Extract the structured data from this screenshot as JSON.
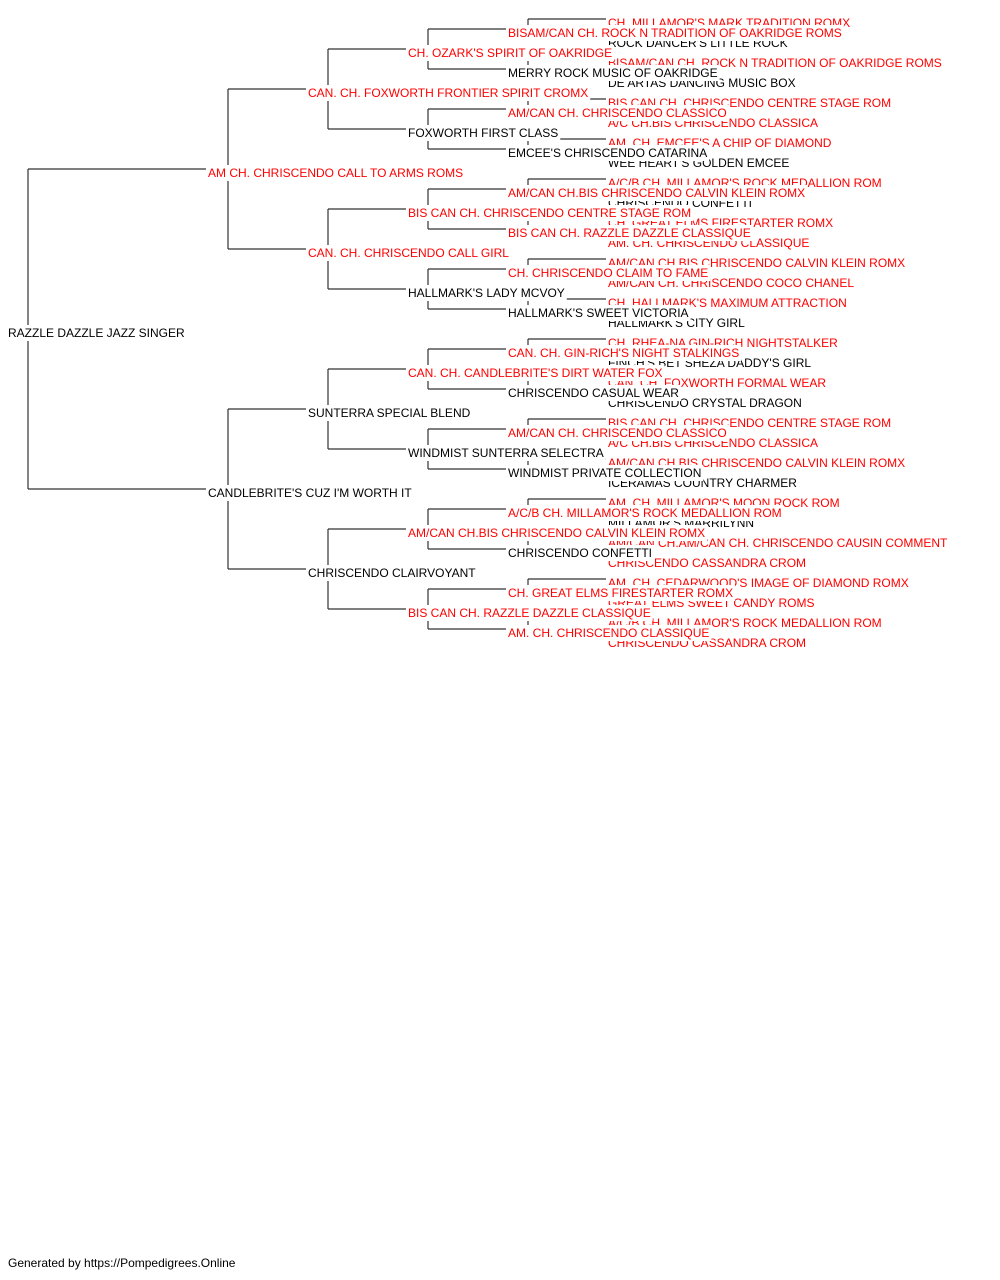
{
  "colors": {
    "champion": "#ff0000",
    "normal": "#000000",
    "line": "#333333"
  },
  "pedigree": {
    "name": "RAZZLE DAZZLE JAZZ SINGER",
    "champion": false,
    "sire": {
      "name": "AM CH. CHRISCENDO CALL TO ARMS ROMS",
      "champion": true,
      "sire": {
        "name": "CAN. CH. FOXWORTH FRONTIER SPIRIT CROMX",
        "champion": true,
        "sire": {
          "name": "CH. OZARK'S SPIRIT OF OAKRIDGE",
          "champion": true,
          "sire": {
            "name": "BISAM/CAN CH. ROCK N TRADITION OF OAKRIDGE ROMS",
            "champion": true,
            "sire": {
              "name": "CH. MILLAMOR'S MARK TRADITION ROMX",
              "champion": true
            },
            "dam": {
              "name": "ROCK DANCER'S LITTLE ROCK",
              "champion": false
            }
          },
          "dam": {
            "name": "MERRY ROCK MUSIC OF OAKRIDGE",
            "champion": false,
            "sire": {
              "name": "BISAM/CAN CH. ROCK N TRADITION OF OAKRIDGE ROMS",
              "champion": true
            },
            "dam": {
              "name": "DE ARTAS DANCING MUSIC BOX",
              "champion": false
            }
          }
        },
        "dam": {
          "name": "FOXWORTH FIRST CLASS",
          "champion": false,
          "sire": {
            "name": "AM/CAN CH. CHRISCENDO CLASSICO",
            "champion": true,
            "sire": {
              "name": "BIS CAN CH. CHRISCENDO CENTRE STAGE ROM",
              "champion": true
            },
            "dam": {
              "name": "A/C CH.BIS CHRISCENDO CLASSICA",
              "champion": true
            }
          },
          "dam": {
            "name": "EMCEE'S CHRISCENDO CATARINA",
            "champion": false,
            "sire": {
              "name": "AM. CH. EMCEE'S A CHIP OF DIAMOND",
              "champion": true
            },
            "dam": {
              "name": "WEE HEART'S GOLDEN EMCEE",
              "champion": false
            }
          }
        }
      },
      "dam": {
        "name": "CAN. CH. CHRISCENDO CALL GIRL",
        "champion": true,
        "sire": {
          "name": "BIS CAN CH. CHRISCENDO CENTRE STAGE ROM",
          "champion": true,
          "sire": {
            "name": "AM/CAN CH.BIS CHRISCENDO CALVIN KLEIN ROMX",
            "champion": true,
            "sire": {
              "name": "A/C/B CH. MILLAMOR'S ROCK MEDALLION ROM",
              "champion": true
            },
            "dam": {
              "name": "CHRISCENDO CONFETTI",
              "champion": false
            }
          },
          "dam": {
            "name": "BIS CAN CH. RAZZLE DAZZLE CLASSIQUE",
            "champion": true,
            "sire": {
              "name": "CH. GREAT ELMS FIRESTARTER ROMX",
              "champion": true
            },
            "dam": {
              "name": "AM. CH. CHRISCENDO CLASSIQUE",
              "champion": true
            }
          }
        },
        "dam": {
          "name": "HALLMARK'S LADY MCVOY",
          "champion": false,
          "sire": {
            "name": "CH. CHRISCENDO CLAIM TO FAME",
            "champion": true,
            "sire": {
              "name": "AM/CAN CH.BIS CHRISCENDO CALVIN KLEIN ROMX",
              "champion": true
            },
            "dam": {
              "name": "AM/CAN CH. CHRISCENDO COCO CHANEL",
              "champion": true
            }
          },
          "dam": {
            "name": "HALLMARK'S SWEET VICTORIA",
            "champion": false,
            "sire": {
              "name": "CH. HALLMARK'S MAXIMUM ATTRACTION",
              "champion": true
            },
            "dam": {
              "name": "HALLMARK'S CITY GIRL",
              "champion": false
            }
          }
        }
      }
    },
    "dam": {
      "name": "CANDLEBRITE'S CUZ I'M WORTH IT",
      "champion": false,
      "sire": {
        "name": "SUNTERRA SPECIAL BLEND",
        "champion": false,
        "sire": {
          "name": "CAN. CH. CANDLEBRITE'S DIRT WATER FOX",
          "champion": true,
          "sire": {
            "name": "CAN. CH. GIN-RICH'S NIGHT STALKINGS",
            "champion": true,
            "sire": {
              "name": "CH. RHEA-NA GIN-RICH NIGHTSTALKER",
              "champion": true
            },
            "dam": {
              "name": "FINCH'S BET SHEZA DADDY'S GIRL",
              "champion": false
            }
          },
          "dam": {
            "name": "CHRISCENDO CASUAL WEAR",
            "champion": false,
            "sire": {
              "name": "CAN. CH. FOXWORTH FORMAL WEAR",
              "champion": true
            },
            "dam": {
              "name": "CHRISCENDO CRYSTAL DRAGON",
              "champion": false
            }
          }
        },
        "dam": {
          "name": "WINDMIST SUNTERRA SELECTRA",
          "champion": false,
          "sire": {
            "name": "AM/CAN CH. CHRISCENDO CLASSICO",
            "champion": true,
            "sire": {
              "name": "BIS CAN CH. CHRISCENDO CENTRE STAGE ROM",
              "champion": true
            },
            "dam": {
              "name": "A/C CH.BIS CHRISCENDO CLASSICA",
              "champion": true
            }
          },
          "dam": {
            "name": "WINDMIST PRIVATE COLLECTION",
            "champion": false,
            "sire": {
              "name": "AM/CAN CH.BIS CHRISCENDO CALVIN KLEIN ROMX",
              "champion": true
            },
            "dam": {
              "name": "ICERAMAS COUNTRY CHARMER",
              "champion": false
            }
          }
        }
      },
      "dam": {
        "name": "CHRISCENDO CLAIRVOYANT",
        "champion": false,
        "sire": {
          "name": "AM/CAN CH.BIS CHRISCENDO CALVIN KLEIN ROMX",
          "champion": true,
          "sire": {
            "name": "A/C/B CH. MILLAMOR'S ROCK MEDALLION ROM",
            "champion": true,
            "sire": {
              "name": "AM. CH. MILLAMOR'S MOON ROCK ROM",
              "champion": true
            },
            "dam": {
              "name": "MILLAMOR'S MARRILYNN",
              "champion": false
            }
          },
          "dam": {
            "name": "CHRISCENDO CONFETTI",
            "champion": false,
            "sire": {
              "name": "AM/CAN CH.AM/CAN CH. CHRISCENDO CAUSIN COMMENT",
              "champion": true
            },
            "dam": {
              "name": "CHRISCENDO CASSANDRA CROM",
              "champion": true
            }
          }
        },
        "dam": {
          "name": "BIS CAN CH. RAZZLE DAZZLE CLASSIQUE",
          "champion": true,
          "sire": {
            "name": "CH. GREAT ELMS FIRESTARTER ROMX",
            "champion": true,
            "sire": {
              "name": "AM. CH. CEDARWOOD'S IMAGE OF DIAMOND ROMX",
              "champion": true
            },
            "dam": {
              "name": "GREAT ELMS SWEET CANDY ROMS",
              "champion": true
            }
          },
          "dam": {
            "name": "AM. CH. CHRISCENDO CLASSIQUE",
            "champion": true,
            "sire": {
              "name": "A/C/B CH. MILLAMOR'S ROCK MEDALLION ROM",
              "champion": true
            },
            "dam": {
              "name": "CHRISCENDO CASSANDRA CROM",
              "champion": true
            }
          }
        }
      }
    }
  },
  "footer": {
    "text": "Generated by https://Pompedigrees.Online"
  }
}
